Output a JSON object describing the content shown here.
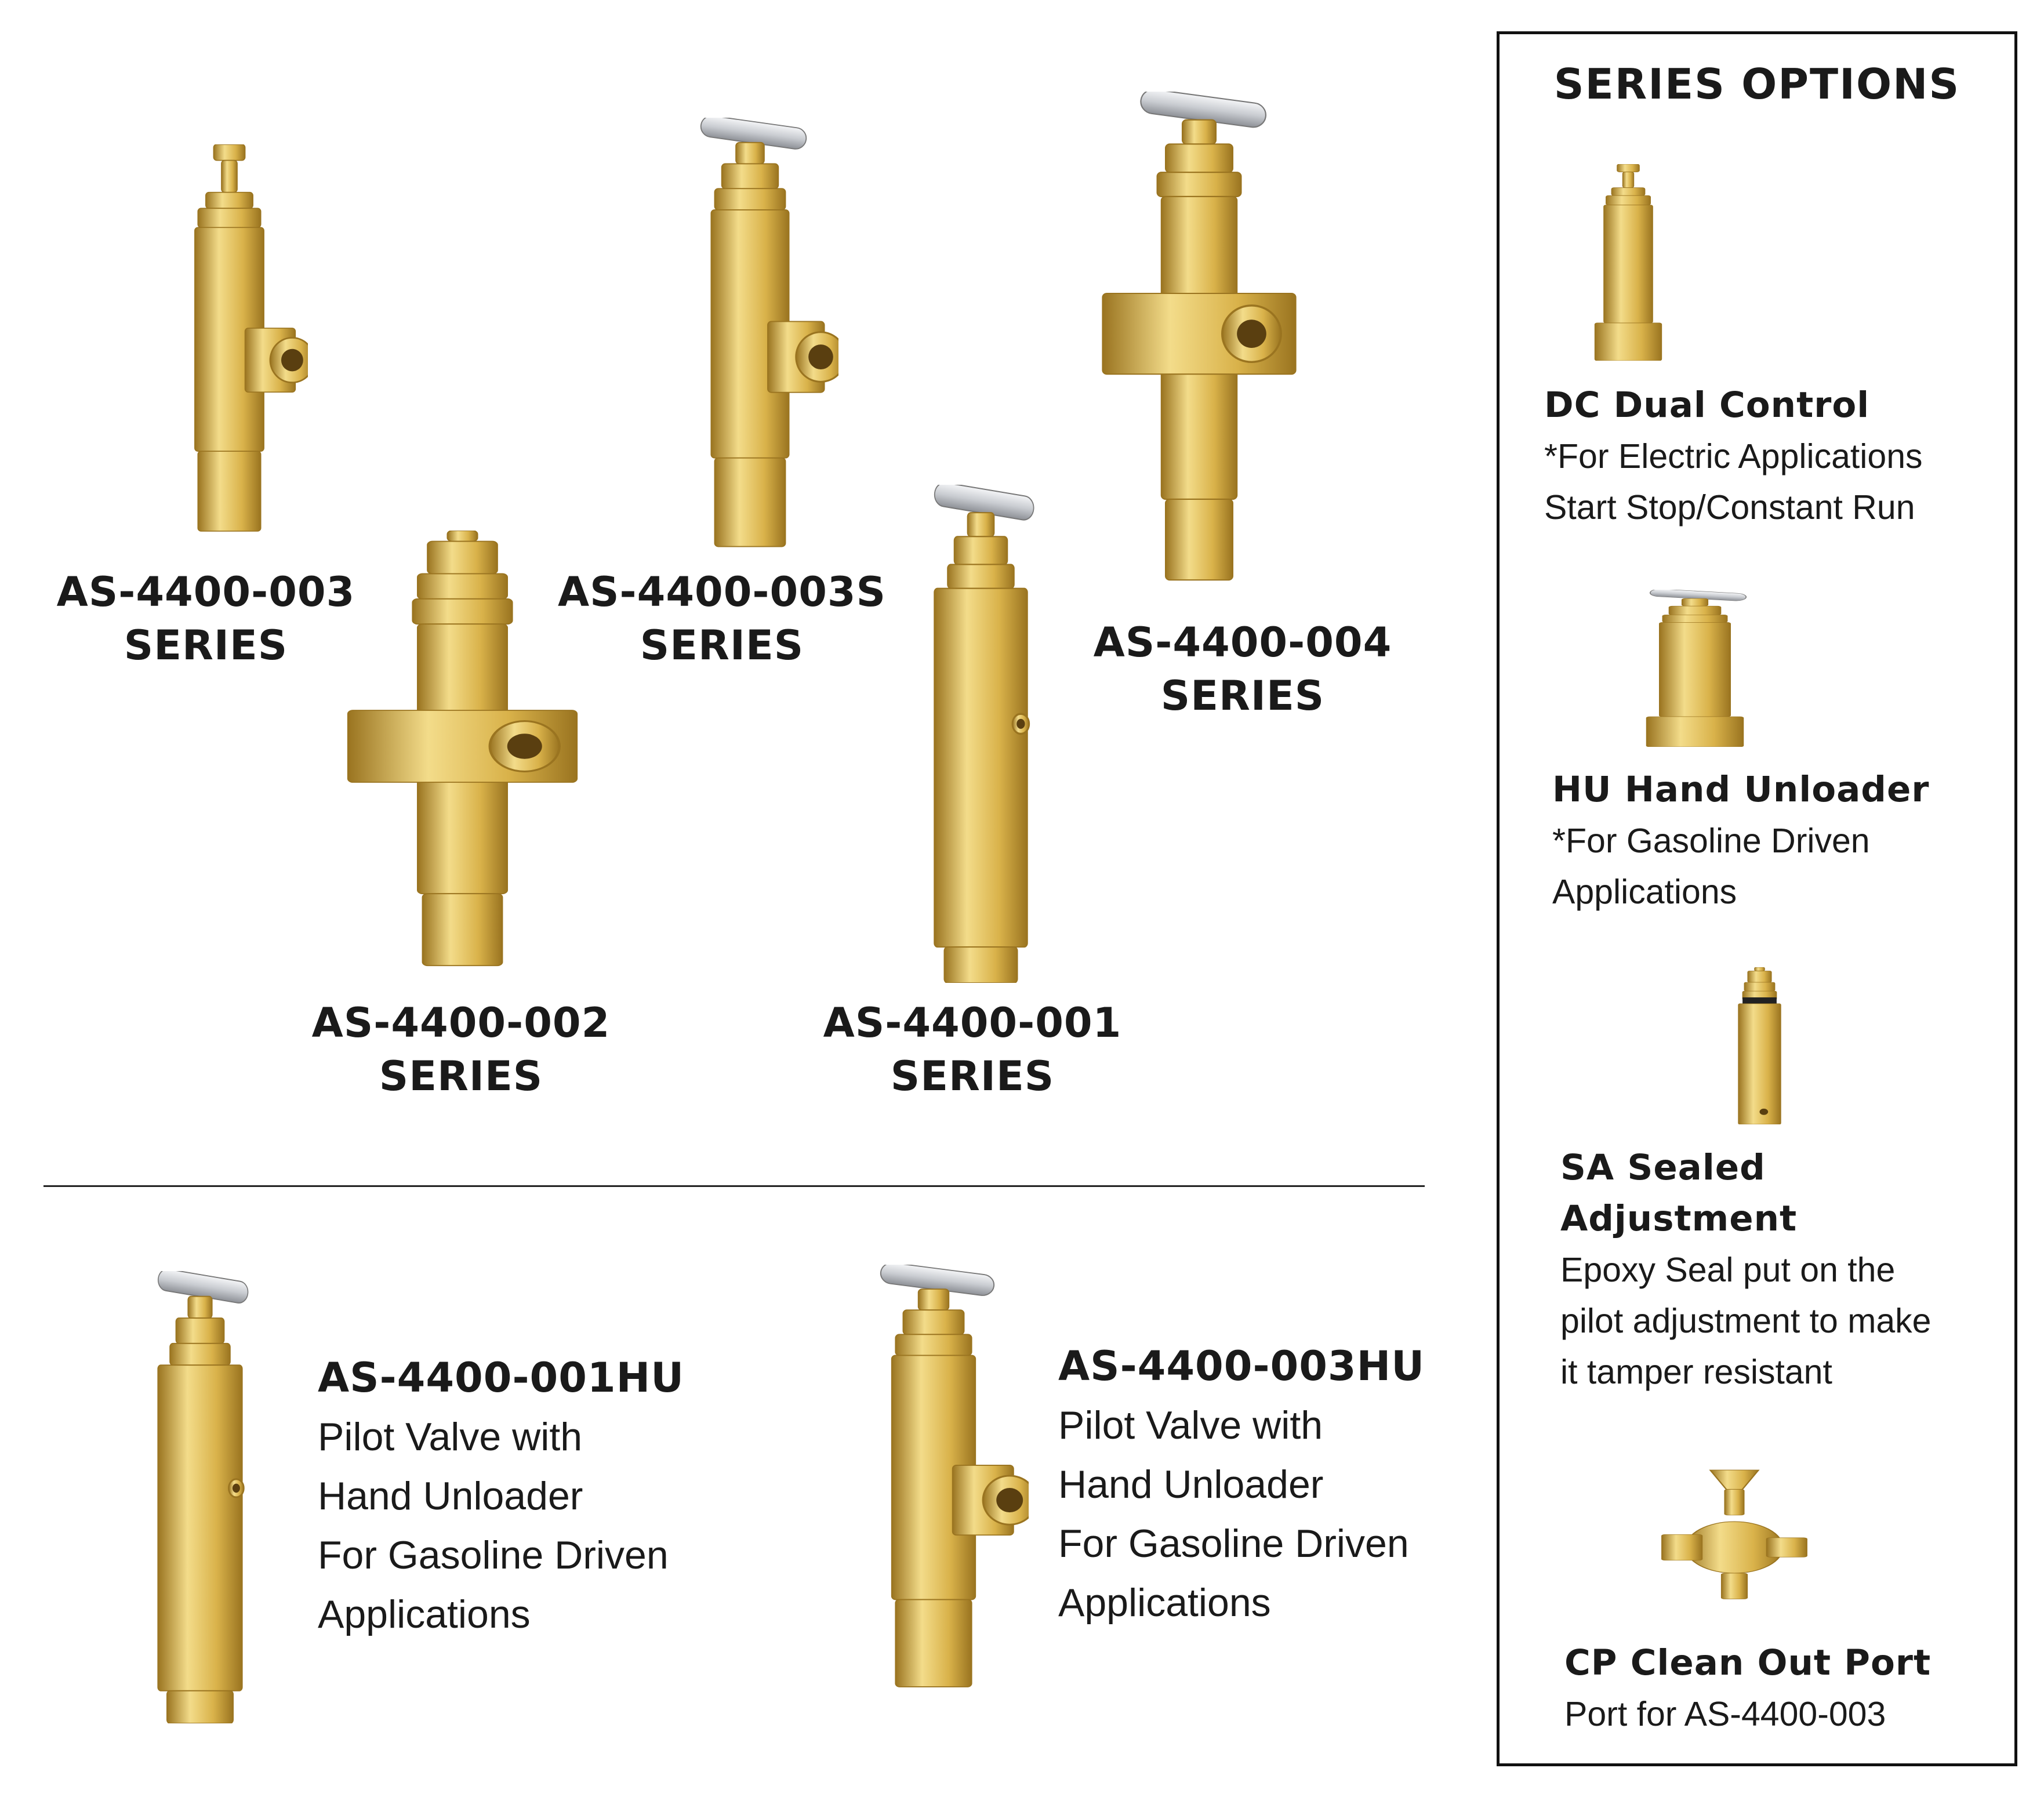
{
  "products": [
    {
      "model": "AS-4400-003",
      "suffix": "SERIES"
    },
    {
      "model": "AS-4400-003S",
      "suffix": "SERIES"
    },
    {
      "model": "AS-4400-004",
      "suffix": "SERIES"
    },
    {
      "model": "AS-4400-002",
      "suffix": "SERIES"
    },
    {
      "model": "AS-4400-001",
      "suffix": "SERIES"
    }
  ],
  "hand_unloaders": [
    {
      "model": "AS-4400-001HU",
      "lines": [
        "Pilot Valve with",
        "Hand Unloader",
        "For Gasoline Driven",
        "Applications"
      ]
    },
    {
      "model": "AS-4400-003HU",
      "lines": [
        "Pilot Valve with",
        "Hand Unloader",
        "For Gasoline Driven",
        "Applications"
      ]
    }
  ],
  "series_options": {
    "title": "SERIES OPTIONS",
    "items": [
      {
        "title": "DC  Dual Control",
        "lines": [
          "*For Electric Applications",
          "Start Stop/Constant Run"
        ]
      },
      {
        "title": "HU  Hand Unloader",
        "lines": [
          "*For Gasoline Driven",
          "Applications"
        ]
      },
      {
        "title": "SA  Sealed",
        "title2": "Adjustment",
        "lines": [
          "Epoxy Seal put on the",
          "pilot adjustment to make",
          "it tamper resistant"
        ]
      },
      {
        "title": "CP  Clean Out Port",
        "lines": [
          "Port for AS-4400-003"
        ]
      }
    ]
  },
  "colors": {
    "brass": "#d9b24a",
    "brass_dark": "#9a7420",
    "brass_light": "#f3dc8a",
    "steel": "#c9ccd1"
  }
}
